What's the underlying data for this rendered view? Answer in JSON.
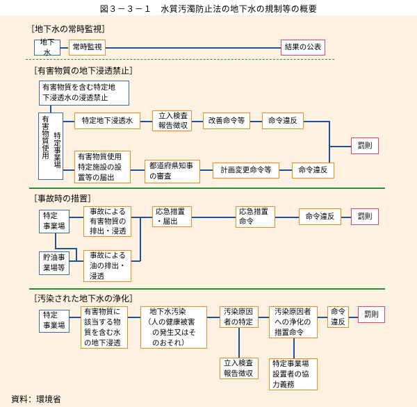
{
  "title": "図３－３－１　水質汚濁防止法の地下水の規制等の概要",
  "colors": {
    "background": "#fdf1e1",
    "blue_border": "#3a6aa8",
    "orange_border": "#f08a1c",
    "red_border": "#e2406a",
    "connector": "#1f4f96",
    "divider": "#2c8a3a"
  },
  "sections": {
    "monitoring": {
      "heading": "［地下水の常時監視］",
      "groundwater": "地下水",
      "constant_monitoring": "常時監視",
      "publish_results": "結果の公表"
    },
    "infiltration_ban": {
      "heading": "［有害物質の地下浸透禁止］",
      "ban_box": [
        "有害物質を含む特定地",
        "下浸透水の浸透禁止"
      ],
      "facility_left": "有害物質使用",
      "facility_right": "特定事業場",
      "specified_water": "特定地下浸透水",
      "inspection": [
        "立入検査",
        "報告徴収"
      ],
      "improvement_order": "改善命令等",
      "violation_1": "命令違反",
      "notification": [
        "有害物質使用",
        "特定施設の設",
        "置等の届出"
      ],
      "prefecture_review": [
        "都道府県知事",
        "の審査"
      ],
      "plan_change_order": "計画変更命令等",
      "violation_2": "命令違反",
      "penalty": "罰則"
    },
    "accident": {
      "heading": "［事故時の措置］",
      "specified_site": [
        "特定",
        "事業場"
      ],
      "oil_site": [
        "貯油事",
        "業場等"
      ],
      "hazardous_discharge": [
        "事故による",
        "有害物質の",
        "排出・浸透"
      ],
      "oil_discharge": [
        "事故による",
        "油の排出・",
        "浸透"
      ],
      "emergency_measures": [
        "応急措置",
        "・届出"
      ],
      "emergency_order": [
        "応急措置",
        "命令"
      ],
      "violation": "命令違反",
      "penalty": "罰則"
    },
    "purification": {
      "heading": "［汚染された地下水の浄化］",
      "specified_site": [
        "特定",
        "事業場"
      ],
      "infiltration": [
        "有害物質に",
        "該当する物",
        "質を含む水",
        "の地下浸透"
      ],
      "contamination": [
        "地下水汚染",
        "（人の健康被害",
        "の発生又はそ",
        "のおそれ）"
      ],
      "identify_cause": [
        "汚染原因",
        "者の特定"
      ],
      "cleanup_order": [
        "汚染原因者",
        "への浄化の",
        "措置命令"
      ],
      "violation": [
        "命令",
        "違反"
      ],
      "penalty": "罰則",
      "inspection": [
        "立入検査",
        "報告徴収"
      ],
      "cooperation": [
        "特定事業場",
        "設置者の協",
        "力義務"
      ]
    }
  },
  "source": "資料：環境省"
}
